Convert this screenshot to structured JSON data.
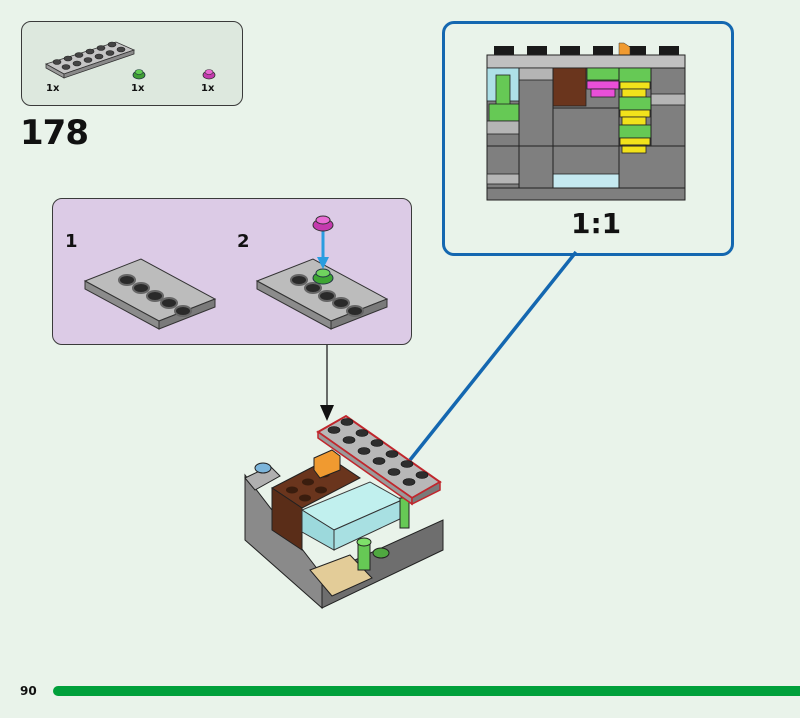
{
  "parts_list": {
    "items": [
      {
        "name": "plate-2x6",
        "color": "#a8a8a8",
        "quantity": "1x"
      },
      {
        "name": "round-plate-1x1",
        "color": "#44b33a",
        "quantity": "1x"
      },
      {
        "name": "round-plate-1x1",
        "color": "#d94fc4",
        "quantity": "1x"
      }
    ]
  },
  "step": {
    "number": "178"
  },
  "sub_assembly": {
    "steps": [
      {
        "number": "1"
      },
      {
        "number": "2"
      }
    ]
  },
  "callout": {
    "scale_label": "1:1"
  },
  "footer": {
    "page_number": "90",
    "progress_color": "#00a03b"
  },
  "colors": {
    "background": "#e9f3ea",
    "callout_border": "#1467b0",
    "sub_assembly_bg": "#dccbe6",
    "highlight_outline": "#c0272d",
    "arrow_blue": "#2a9de0"
  }
}
